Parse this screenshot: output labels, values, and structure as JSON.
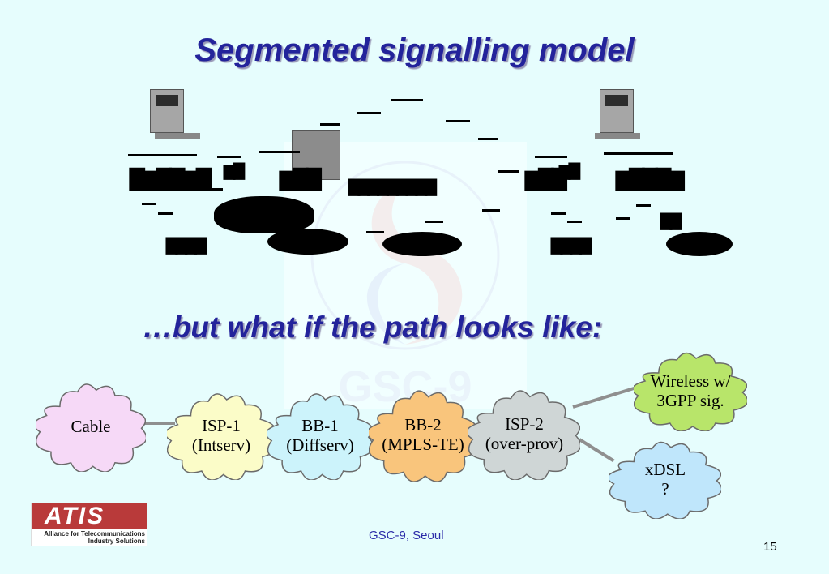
{
  "slide": {
    "title": "Segmented signalling model",
    "subtitle": "…but what if the path looks like:"
  },
  "clouds": [
    {
      "id": "cable",
      "line1": "Cable",
      "line2": "",
      "fill": "#f6d9f7"
    },
    {
      "id": "isp1",
      "line1": "ISP-1",
      "line2": "(Intserv)",
      "fill": "#fbfcc8"
    },
    {
      "id": "bb1",
      "line1": "BB-1",
      "line2": "(Diffserv)",
      "fill": "#ccf3fb"
    },
    {
      "id": "bb2",
      "line1": "BB-2",
      "line2": "(MPLS-TE)",
      "fill": "#f9c57c"
    },
    {
      "id": "isp2",
      "line1": "ISP-2",
      "line2": "(over-prov)",
      "fill": "#cfd6d6"
    },
    {
      "id": "wireless",
      "line1": "Wireless w/",
      "line2": "3GPP sig.",
      "fill": "#b8e56a"
    },
    {
      "id": "xdsl",
      "line1": "xDSL",
      "line2": "?",
      "fill": "#bfe6fb"
    }
  ],
  "footer": {
    "logo_text": "ATIS",
    "logo_tagline_1": "Alliance for Telecommunications",
    "logo_tagline_2": "Industry Solutions",
    "center": "GSC-9, Seoul",
    "page_number": "15"
  },
  "colors": {
    "background": "#e6fdfd",
    "title": "#23239b",
    "link": "#8f8f8f"
  }
}
